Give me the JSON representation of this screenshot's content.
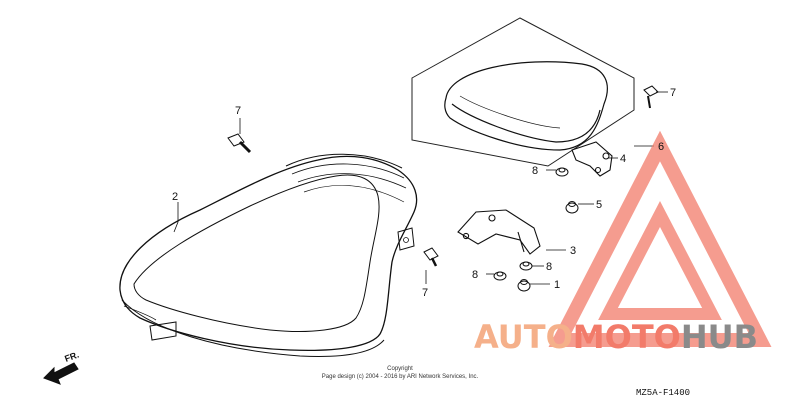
{
  "callouts": [
    {
      "id": "1",
      "text": "1"
    },
    {
      "id": "2",
      "text": "2"
    },
    {
      "id": "3",
      "text": "3"
    },
    {
      "id": "4",
      "text": "4"
    },
    {
      "id": "5",
      "text": "5"
    },
    {
      "id": "6",
      "text": "6"
    },
    {
      "id": "7a",
      "text": "7"
    },
    {
      "id": "7b",
      "text": "7"
    },
    {
      "id": "7c",
      "text": "7"
    },
    {
      "id": "8a",
      "text": "8"
    },
    {
      "id": "8b",
      "text": "8"
    },
    {
      "id": "8c",
      "text": "8"
    }
  ],
  "direction": {
    "label": "FR."
  },
  "copyright": {
    "line1": "Copyright",
    "line2": "Page design (c) 2004 - 2016 by ARI Network Services, Inc."
  },
  "diagram_code": "MZ5A-F1400",
  "watermark": {
    "part1": "AUTO",
    "part2": "MOTO",
    "part3": "HUB",
    "color_light": "#f5b08a",
    "color_mid": "#f27b6a",
    "color_dark": "#8a8a8a"
  }
}
